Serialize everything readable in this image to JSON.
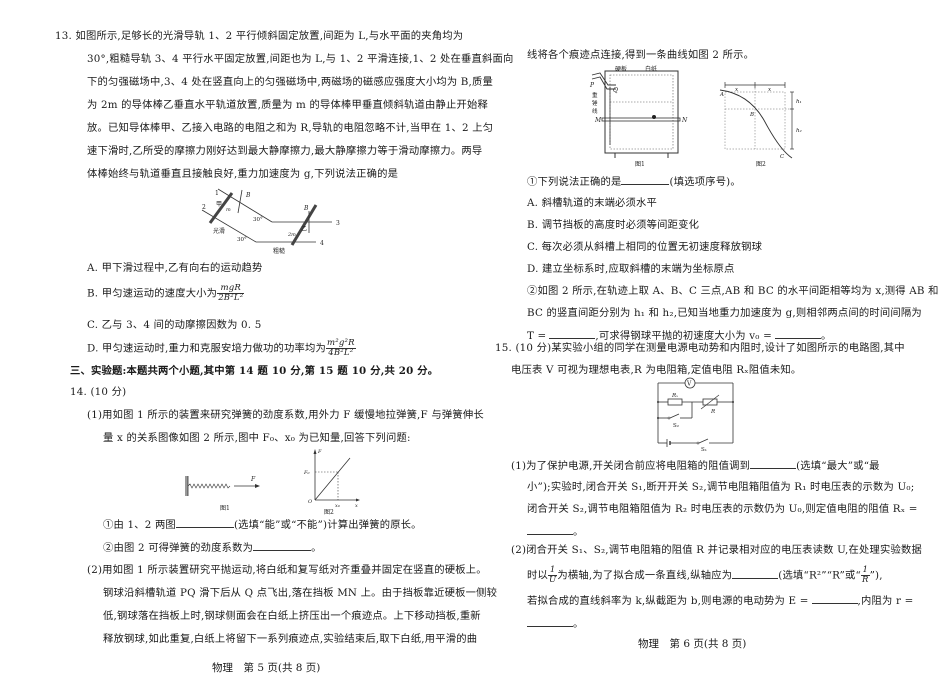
{
  "left_page": {
    "q13": {
      "lines": [
        "13. 如图所示,足够长的光滑导轨 1、2 平行倾斜固定放置,间距为 L,与水平面的夹角均为",
        "30°,粗糙导轨 3、4 平行水平固定放置,间距也为 L,与 1、2 平滑连接,1、2 处在垂直斜面向",
        "下的匀强磁场中,3、4 处在竖直向上的匀强磁场中,两磁场的磁感应强度大小均为 B,质量",
        "为 2m 的导体棒乙垂直水平轨道放置,质量为 m 的导体棒甲垂直倾斜轨道由静止开始释",
        "放。已知导体棒甲、乙接入电路的电阻之和为 R,导轨的电阻忽略不计,当甲在 1、2 上匀",
        "速下滑时,乙所受的摩擦力刚好达到最大静摩擦力,最大静摩擦力等于滑动摩擦力。两导",
        "体棒始终与轨道垂直且接触良好,重力加速度为 g,下列说法正确的是"
      ],
      "figure": {
        "labels": [
          "1",
          "2",
          "3",
          "4",
          "B",
          "B",
          "甲",
          "m",
          "乙",
          "2m",
          "30°",
          "30°",
          "光滑",
          "粗糙"
        ]
      },
      "options": {
        "A": "A. 甲下滑过程中,乙有向右的运动趋势",
        "B_prefix": "B. 甲匀速运动的速度大小为",
        "B_num": "mgR",
        "B_den": "2B²L²",
        "C": "C. 乙与 3、4 间的动摩擦因数为 0. 5",
        "D_prefix": "D. 甲匀速运动时,重力和克服安培力做功的功率均为",
        "D_num": "m²g²R",
        "D_den": "4B²L²"
      }
    },
    "section3_heading": "三、实验题:本题共两个小题,其中第 14 题 10 分,第 15 题 10 分,共 20 分。",
    "q14": {
      "title": "14. (10 分)",
      "part1_line1": "(1)用如图 1 所示的装置来研究弹簧的劲度系数,用外力 F 缓慢地拉弹簧,F 与弹簧伸长",
      "part1_line2": "量 x 的关系图像如图 2 所示,图中 F₀、x₀ 为已知量,回答下列问题:",
      "fig1_caption": "图1",
      "fig2_caption": "图2",
      "fig_labels": {
        "F": "F",
        "F0": "F₀",
        "O": "O",
        "x0": "x₀",
        "x": "x"
      },
      "sub1_a": "①由 1、2 两图",
      "sub1_b": "(选填“能”或“不能”)计算出弹簧的原长。",
      "sub2_a": "②由图 2 可得弹簧的劲度系数为",
      "sub2_b": "。",
      "part2_lines": [
        "(2)用如图 1 所示装置研究平抛运动,将白纸和复写纸对齐重叠并固定在竖直的硬板上。",
        "钢球沿斜槽轨道 PQ 滑下后从 Q 点飞出,落在挡板 MN 上。由于挡板靠近硬板一侧较",
        "低,钢球落在挡板上时,钢球侧面会在白纸上挤压出一个痕迹点。上下移动挡板,重新",
        "释放钢球,如此重复,白纸上将留下一系列痕迹点,实验结束后,取下白纸,用平滑的曲"
      ]
    },
    "footer": "物理　第 5 页(共 8 页)"
  },
  "right_page": {
    "cont_line": "线将各个痕迹点连接,得到一条曲线如图 2 所示。",
    "fig1": {
      "labels": {
        "hard_board": "硬板",
        "white_paper": "白纸",
        "P": "P",
        "Q": "Q",
        "plumb": "重锤线",
        "M": "M",
        "N": "N"
      },
      "caption": "图1"
    },
    "fig2": {
      "labels": {
        "x1": "x",
        "x2": "x",
        "A": "A",
        "B": "B",
        "C": "C",
        "h1": "h₁",
        "h2": "h₂"
      },
      "caption": "图2"
    },
    "q14_sub1_a": "①下列说法正确的是",
    "q14_sub1_b": "(填选项序号)。",
    "q14_options": [
      "A. 斜槽轨道的末端必须水平",
      "B. 调节挡板的高度时必须等间距变化",
      "C. 每次必须从斜槽上相同的位置无初速度释放钢球",
      "D. 建立坐标系时,应取斜槽的末端为坐标原点"
    ],
    "q14_sub2_lines": [
      "②如图 2 所示,在轨迹上取 A、B、C 三点,AB 和 BC 的水平间距相等均为 x,测得 AB 和",
      "BC 的竖直间距分别为 h₁ 和 h₂,已知当地重力加速度为 g,则相邻两点间的时间间隔为"
    ],
    "q14_sub2_T": "T =",
    "q14_sub2_mid": ",可求得钢球平抛的初速度大小为 v₀ =",
    "q14_sub2_end": "。",
    "q15": {
      "line1": "15. (10 分)某实验小组的同学在测量电源电动势和内阻时,设计了如图所示的电路图,其中",
      "line2": "电压表 V 可视为理想电表,R 为电阻箱,定值电阻 Rₓ阻值未知。",
      "circuit_labels": {
        "V": "V",
        "Rx": "Rₓ",
        "R": "R",
        "S2": "S₂",
        "S1": "S₁"
      },
      "p1_l1_a": "(1)为了保护电源,开关闭合前应将电阻箱的阻值调到",
      "p1_l1_b": "(选填“最大”或“最",
      "p1_l2": "小”);实验时,闭合开关 S₁,断开开关 S₂,调节电阻箱阻值为 R₁ 时电压表的示数为 U₀;",
      "p1_l3": "闭合开关 S₂,调节电阻箱阻值为 R₂ 时电压表的示数仍为 U₀,则定值电阻的阻值 Rₓ =",
      "p1_l4_end": "。",
      "p2_l1": "(2)闭合开关 S₁、S₂,调节电阻箱的阻值 R 并记录相对应的电压表读数 U,在处理实验数据",
      "p2_l2_a": "时以",
      "p2_l2_frac_num": "1",
      "p2_l2_frac_den": "U",
      "p2_l2_b": "为横轴,为了拟合成一条直线,纵轴应为",
      "p2_l2_c": "(选填“R²”“R”或“",
      "p2_l2_frac2_num": "1",
      "p2_l2_frac2_den": "R",
      "p2_l2_d": "”),",
      "p2_l3_a": "若拟合成的直线斜率为 k,纵截距为 b,则电源的电动势为 E =",
      "p2_l3_b": ",内阻为 r =",
      "p2_l4_end": "。"
    },
    "footer": "物理　第 6 页(共 8 页)"
  }
}
